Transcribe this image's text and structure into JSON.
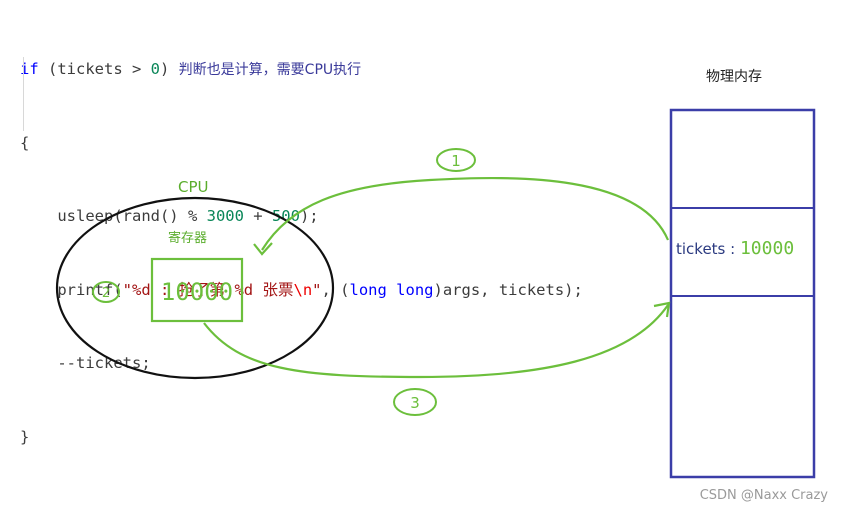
{
  "code": {
    "line1": {
      "kw": "if",
      "pre": " (tickets > ",
      "num": "0",
      "post": ") ",
      "comment": "判断也是计算，需要CPU执行"
    },
    "line2": "{",
    "line3": {
      "a": "    usleep(rand() % ",
      "n1": "3000",
      "b": " + ",
      "n2": "500",
      "c": ");"
    },
    "line4": {
      "a": "    printf(",
      "s": "\"%d : 抢了第 %d 张票",
      "e": "\\n",
      "s2": "\"",
      "b": ", (",
      "kw": "long long",
      "c": ")args, tickets);"
    },
    "line5": "    --tickets;",
    "line6": "}"
  },
  "diagram": {
    "cpu_label": "CPU",
    "register_label": "寄存器",
    "register_value": "10000",
    "memory_label": "物理内存",
    "memory_cell_name": "tickets : ",
    "memory_cell_value": "10000",
    "steps": [
      "1",
      "2",
      "3"
    ]
  },
  "colors": {
    "green": "#6cbf3c",
    "memory_border": "#3b3ea8",
    "ellipse": "#111111"
  },
  "watermark": "CSDN @Naxx Crazy"
}
